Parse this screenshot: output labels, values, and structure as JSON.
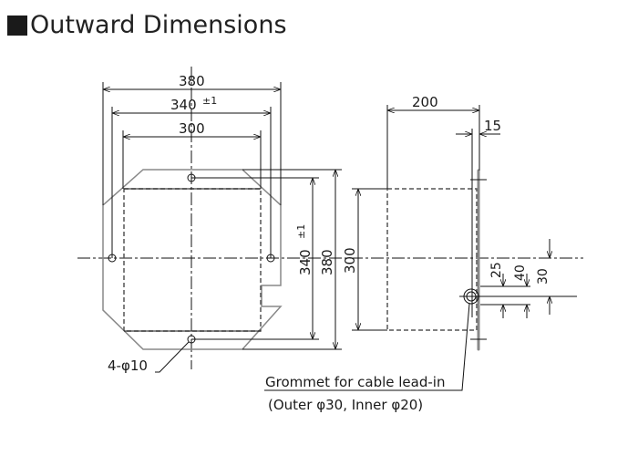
{
  "title": "Outward Dimensions",
  "front_view": {
    "width_outer": "380",
    "width_mount": "340",
    "width_mount_tol": "±1",
    "width_body": "300",
    "height_mount": "340",
    "height_mount_tol": "±1",
    "height_outer": "380",
    "height_body": "300",
    "hole_label": "4-φ10"
  },
  "side_view": {
    "depth": "200",
    "flange": "15",
    "dim_25": "25",
    "dim_40": "40",
    "dim_30": "30",
    "grommet_label": "Grommet for cable lead-in",
    "grommet_detail": "(Outer φ30, Inner φ20)"
  }
}
